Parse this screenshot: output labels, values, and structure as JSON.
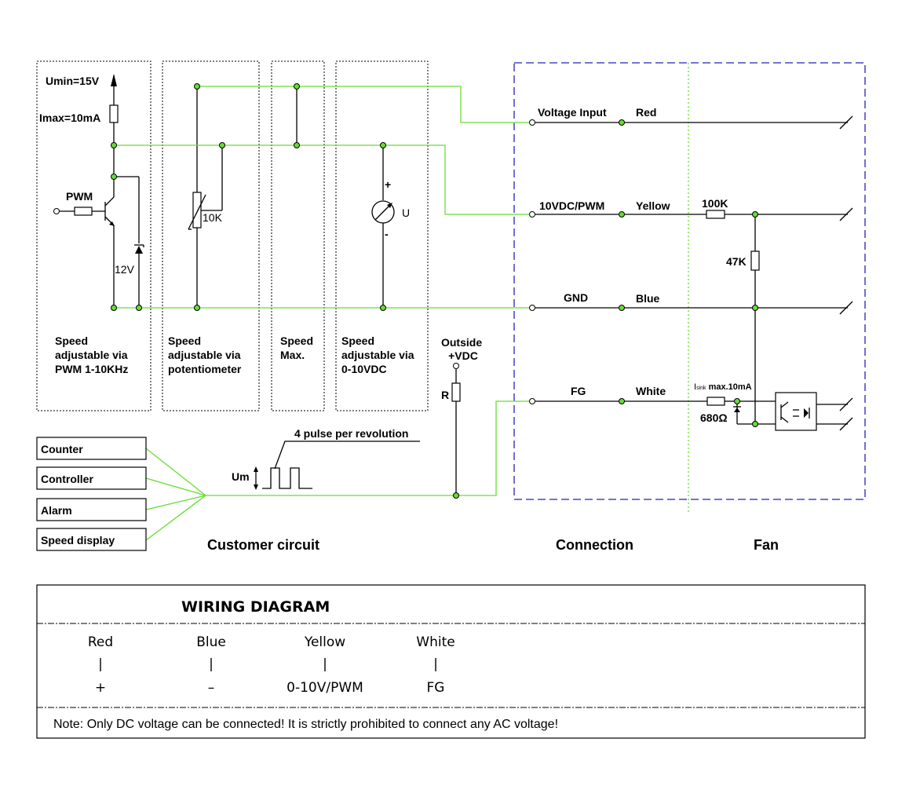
{
  "customer": {
    "umin": "Umin=15V",
    "imax": "Imax=10mA",
    "pwm": "PWM",
    "zener": "12V",
    "pot": "10K",
    "meter_plus": "+",
    "meter_u": "U",
    "meter_minus": "-",
    "blocks": [
      {
        "lines": [
          "Speed",
          "adjustable via",
          "PWM 1-10KHz"
        ]
      },
      {
        "lines": [
          "Speed",
          "adjustable via",
          "potentiometer"
        ]
      },
      {
        "lines": [
          "Speed",
          "Max."
        ]
      },
      {
        "lines": [
          "Speed",
          "adjustable via",
          "0-10VDC"
        ]
      }
    ],
    "outside": [
      "Outside",
      "+VDC"
    ],
    "r_label": "R",
    "pulse_label": "4 pulse per revolution",
    "um_label": "Um",
    "devices": [
      "Counter",
      "Controller",
      "Alarm",
      "Speed display"
    ],
    "section_label": "Customer circuit"
  },
  "connection": {
    "wires": [
      {
        "signal": "Voltage Input",
        "color": "Red"
      },
      {
        "signal": "10VDC/PWM",
        "color": "Yellow"
      },
      {
        "signal": "GND",
        "color": "Blue"
      },
      {
        "signal": "FG",
        "color": "White"
      }
    ],
    "section_label": "Connection"
  },
  "fan": {
    "r100k": "100K",
    "r47k": "47K",
    "isink_main": "I",
    "isink_sub": "sink",
    "isink_rest": " max.10mA",
    "r680": "680Ω",
    "section_label": "Fan"
  },
  "wiring_table": {
    "title": "WIRING DIAGRAM",
    "columns": [
      {
        "color": "Red",
        "bar": "|",
        "meaning": "+"
      },
      {
        "color": "Blue",
        "bar": "|",
        "meaning": "–"
      },
      {
        "color": "Yellow",
        "bar": "|",
        "meaning": "0-10V/PWM"
      },
      {
        "color": "White",
        "bar": "|",
        "meaning": "FG"
      }
    ],
    "note": "Note: Only DC voltage can be connected!  It is strictly prohibited to connect any AC voltage!"
  },
  "colors": {
    "wire_green": "#66dd33",
    "frame_blue": "#2222bb"
  }
}
